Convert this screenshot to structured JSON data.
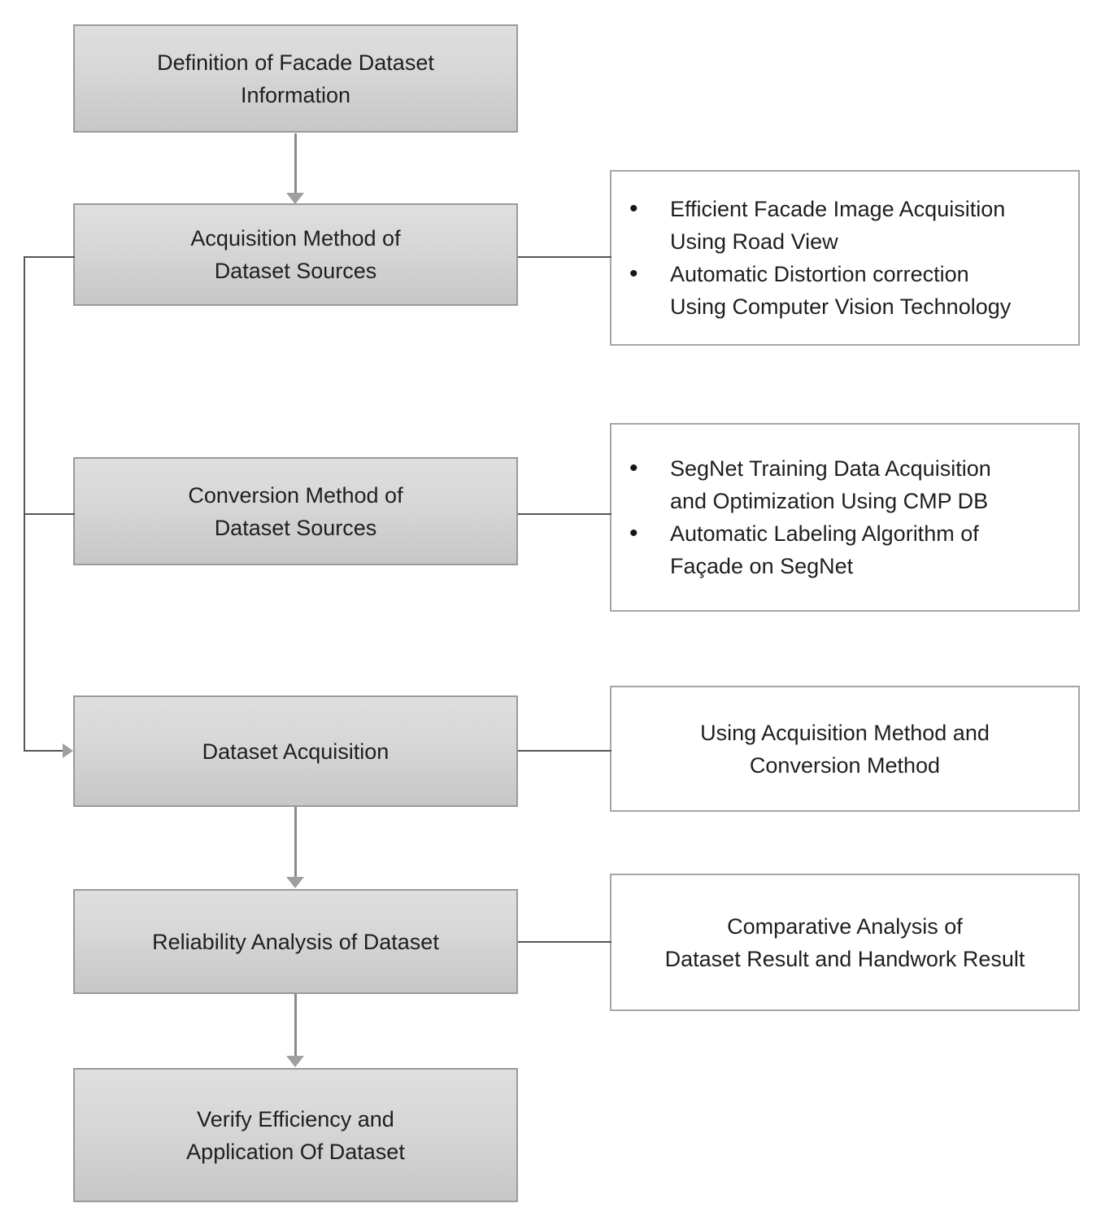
{
  "diagram": {
    "flow_boxes": [
      {
        "name": "definition",
        "lines": [
          "Definition of Facade Dataset",
          "Information"
        ]
      },
      {
        "name": "acquisition_method",
        "lines": [
          "Acquisition Method of",
          "Dataset Sources"
        ]
      },
      {
        "name": "conversion_method",
        "lines": [
          "Conversion Method of",
          "Dataset Sources"
        ]
      },
      {
        "name": "dataset_acquisition",
        "lines": [
          "Dataset Acquisition"
        ]
      },
      {
        "name": "reliability_analysis",
        "lines": [
          "Reliability Analysis of Dataset"
        ]
      },
      {
        "name": "verify_efficiency",
        "lines": [
          "Verify Efficiency and",
          "Application Of Dataset"
        ]
      }
    ],
    "side_boxes": [
      {
        "style": "bulleted",
        "items": [
          {
            "lines": [
              "Efficient Facade Image Acquisition",
              "Using Road View"
            ]
          },
          {
            "lines": [
              "Automatic Distortion correction",
              "Using Computer Vision Technology"
            ]
          }
        ]
      },
      {
        "style": "bulleted",
        "items": [
          {
            "lines": [
              "SegNet Training Data Acquisition",
              "and Optimization Using CMP DB"
            ]
          },
          {
            "lines": [
              "Automatic Labeling Algorithm of",
              "Façade on SegNet"
            ]
          }
        ]
      },
      {
        "style": "centered",
        "lines": [
          "Using Acquisition Method and",
          "Conversion Method"
        ]
      },
      {
        "style": "centered",
        "lines": [
          "Comparative Analysis of",
          "Dataset Result and Handwork Result"
        ]
      }
    ],
    "bullet_glyph": "•",
    "colors": {
      "flow_box_fill_top": "#dfdfdf",
      "flow_box_fill_bottom": "#c7c7c7",
      "flow_box_border": "#9a9a9a",
      "side_box_border": "#a6a6a6",
      "text": "#1f1f1f",
      "connector_line": "#565656",
      "arrow_line": "#8a8a8a",
      "arrowhead": "#9f9f9f",
      "background": "#ffffff"
    }
  }
}
